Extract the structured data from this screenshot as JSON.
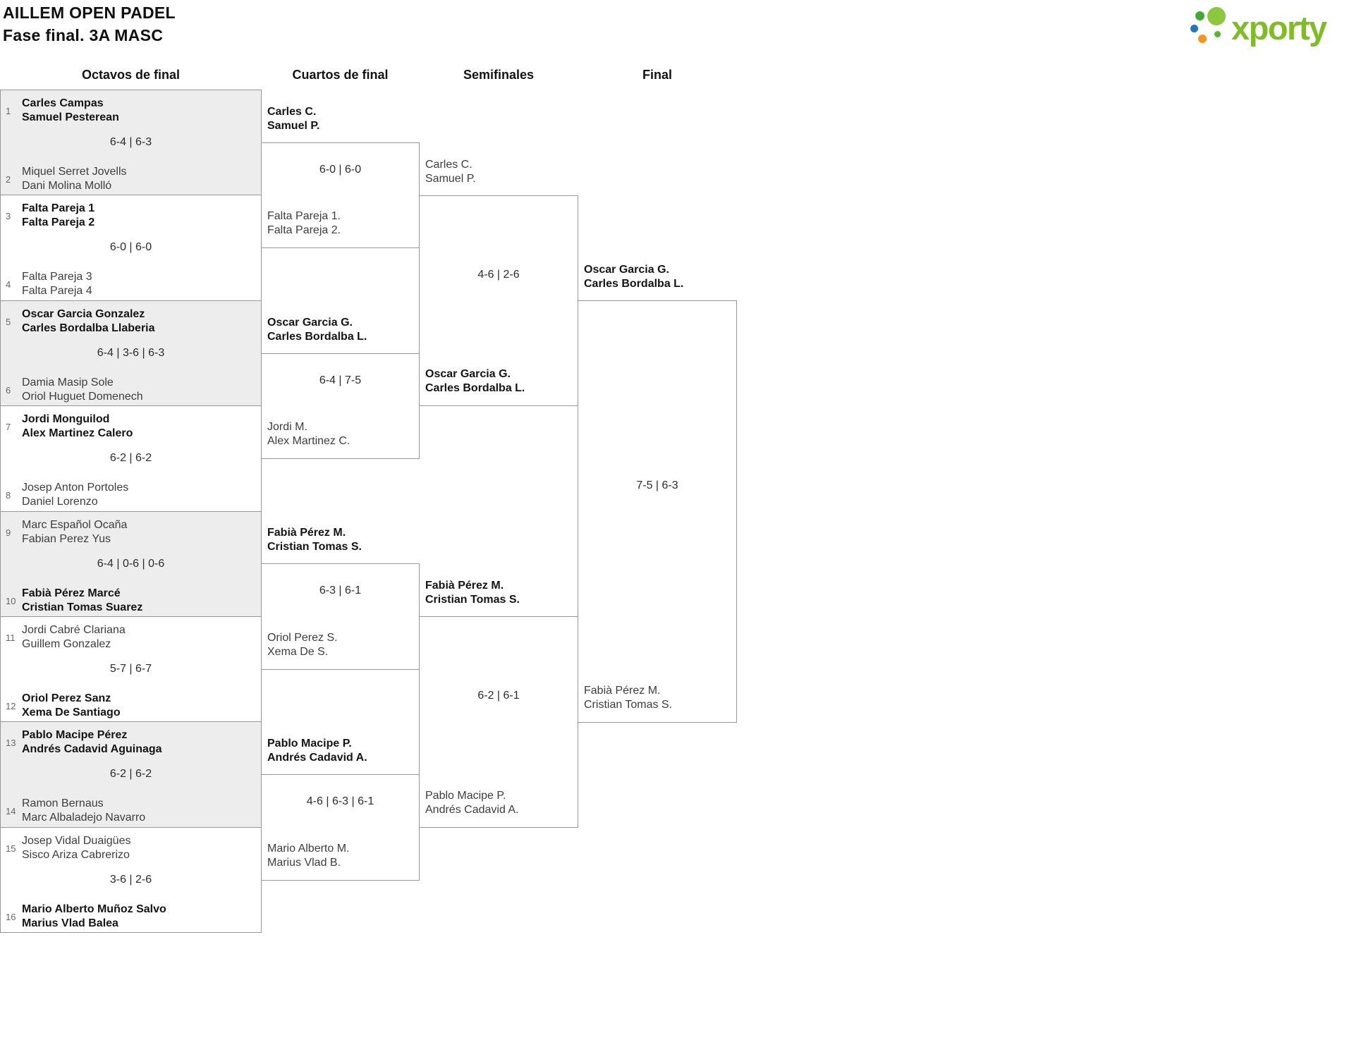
{
  "header": {
    "title": "AILLEM OPEN PADEL",
    "subtitle": "Fase final. 3A MASC"
  },
  "logo": {
    "text": "xporty"
  },
  "rounds": {
    "r16_label": "Octavos de final",
    "qf_label": "Cuartos de final",
    "sf_label": "Semifinales",
    "final_label": "Final"
  },
  "colors": {
    "brand_green": "#80bc26",
    "shaded_match_bg": "#ededed",
    "border_gray": "#979797"
  },
  "r16": [
    {
      "seed1": "1",
      "team1": [
        "Carles Campas",
        "Samuel Pesterean"
      ],
      "score": "6-4 | 6-3",
      "seed2": "2",
      "team2": [
        "Miquel Serret Jovells",
        "Dani Molina Molló"
      ]
    },
    {
      "seed1": "3",
      "team1": [
        "Falta Pareja 1",
        "Falta Pareja 2"
      ],
      "score": "6-0 | 6-0",
      "seed2": "4",
      "team2": [
        "Falta Pareja 3",
        "Falta Pareja 4"
      ]
    },
    {
      "seed1": "5",
      "team1": [
        "Oscar Garcia Gonzalez",
        "Carles Bordalba Llaberia"
      ],
      "score": "6-4 | 3-6 | 6-3",
      "seed2": "6",
      "team2": [
        "Damia Masip Sole",
        "Oriol Huguet Domenech"
      ]
    },
    {
      "seed1": "7",
      "team1": [
        "Jordi Monguilod",
        "Alex Martinez Calero"
      ],
      "score": "6-2 | 6-2",
      "seed2": "8",
      "team2": [
        "Josep Anton Portoles",
        "Daniel Lorenzo"
      ]
    },
    {
      "seed1": "9",
      "team1": [
        "Marc Español Ocaña",
        "Fabian Perez Yus"
      ],
      "score": "6-4 | 0-6 | 0-6",
      "seed2": "10",
      "team2": [
        "Fabià Pérez Marcé",
        "Cristian Tomas Suarez"
      ]
    },
    {
      "seed1": "11",
      "team1": [
        "Jordi Cabré Clariana",
        "Guillem Gonzalez"
      ],
      "score": "5-7 | 6-7",
      "seed2": "12",
      "team2": [
        "Oriol Perez Sanz",
        "Xema De Santiago"
      ]
    },
    {
      "seed1": "13",
      "team1": [
        "Pablo Macipe Pérez",
        "Andrés Cadavid Aguinaga"
      ],
      "score": "6-2 | 6-2",
      "seed2": "14",
      "team2": [
        "Ramon Bernaus",
        "Marc Albaladejo Navarro"
      ]
    },
    {
      "seed1": "15",
      "team1": [
        "Josep Vidal Duaigües",
        "Sisco Ariza Cabrerizo"
      ],
      "score": "3-6 | 2-6",
      "seed2": "16",
      "team2": [
        "Mario Alberto Muñoz Salvo",
        "Marius Vlad Balea"
      ]
    }
  ],
  "qf": [
    {
      "team1": [
        "Carles C.",
        "Samuel P."
      ],
      "score": "6-0 | 6-0",
      "team2": [
        "Falta Pareja 1.",
        "Falta Pareja 2."
      ]
    },
    {
      "team1": [
        "Oscar Garcia G.",
        "Carles Bordalba L."
      ],
      "score": "6-4 | 7-5",
      "team2": [
        "Jordi M.",
        "Alex Martinez C."
      ]
    },
    {
      "team1": [
        "Fabià Pérez M.",
        "Cristian Tomas S."
      ],
      "score": "6-3 | 6-1",
      "team2": [
        "Oriol Perez S.",
        "Xema De S."
      ]
    },
    {
      "team1": [
        "Pablo Macipe P.",
        "Andrés Cadavid A."
      ],
      "score": "4-6 | 6-3 | 6-1",
      "team2": [
        "Mario Alberto M.",
        "Marius Vlad B."
      ]
    }
  ],
  "sf": [
    {
      "team1": [
        "Carles C.",
        "Samuel P."
      ],
      "score": "4-6 | 2-6",
      "team2": [
        "Oscar Garcia G.",
        "Carles Bordalba L."
      ]
    },
    {
      "team1": [
        "Fabià Pérez M.",
        "Cristian Tomas S."
      ],
      "score": "6-2 | 6-1",
      "team2": [
        "Pablo Macipe P.",
        "Andrés Cadavid A."
      ]
    }
  ],
  "final": {
    "team1": [
      "Oscar Garcia G.",
      "Carles Bordalba L."
    ],
    "score": "7-5 | 6-3",
    "team2": [
      "Fabià Pérez M.",
      "Cristian Tomas S."
    ]
  }
}
